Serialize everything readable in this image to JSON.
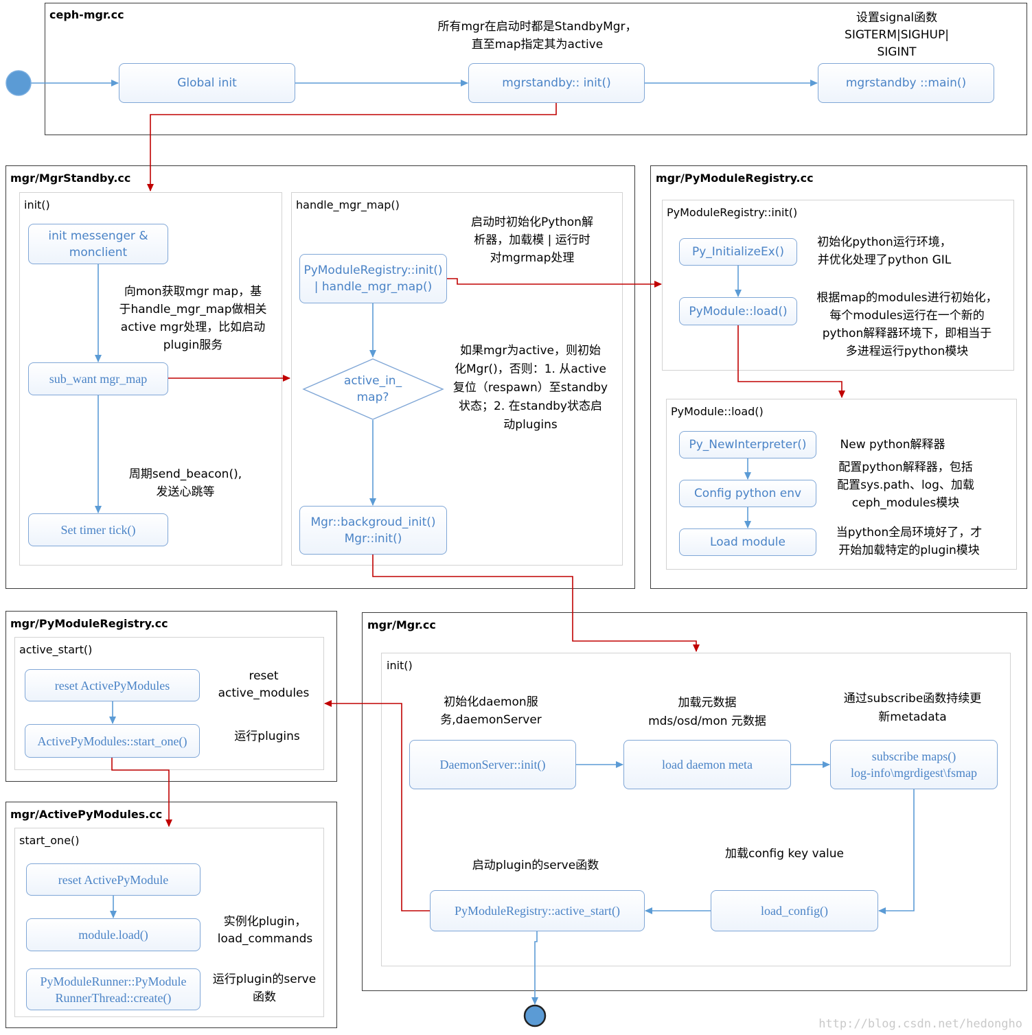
{
  "frames": {
    "ceph_mgr": "ceph-mgr.cc",
    "mgr_standby": "mgr/MgrStandby.cc",
    "py_registry_top": "mgr/PyModuleRegistry.cc",
    "py_registry_left": "mgr/PyModuleRegistry.cc",
    "active_py_modules": "mgr/ActivePyModules.cc",
    "mgr_cc": "mgr/Mgr.cc"
  },
  "inner_titles": {
    "standby_init": "init()",
    "handle_mgr_map": "handle_mgr_map()",
    "registry_init": "PyModuleRegistry::init()",
    "pymodule_load": "PyModule::load()",
    "active_start": "active_start()",
    "start_one": "start_one()",
    "mgr_init": "init()"
  },
  "nodes": {
    "global_init": "Global init",
    "mgrstandby_init": "mgrstandby:: init()",
    "mgrstandby_main": "mgrstandby ::main()",
    "init_messenger": "init messenger &\nmonclient",
    "sub_want_mgr_map": "sub_want mgr_map",
    "set_timer_tick": "Set timer tick()",
    "registry_init_handle": "PyModuleRegistry::init()\n| handle_mgr_map()",
    "active_in_map": "active_in_\nmap?",
    "mgr_background_init": "Mgr::backgroud_init()\nMgr::init()",
    "py_initializeex": "Py_InitializeEx()",
    "pymodule_load_node": "PyModule::load()",
    "py_newinterpreter": "Py_NewInterpreter()",
    "config_python_env": "Config python env",
    "load_module": "Load module",
    "reset_active_pymodules": "reset ActivePyModules",
    "activepymodules_start_one": "ActivePyModules::start_one()",
    "reset_active_pymodule": "reset ActivePyModule",
    "module_load": "module.load()",
    "pymodulerunner_create": "PyModuleRunner::PyModule\nRunnerThread::create()",
    "daemonserver_init": "DaemonServer::init()",
    "load_daemon_meta": "load daemon meta",
    "subscribe_maps": "subscribe maps()\nlog-info\\mgrdigest\\fsmap",
    "load_config": "load_config()",
    "registry_active_start": "PyModuleRegistry::active_start()"
  },
  "notes": {
    "all_standby": "所有mgr在启动时都是StandbyMgr，\n直至map指定其为active",
    "set_signal": "设置signal函数\nSIGTERM|SIGHUP|\nSIGINT",
    "get_mgr_map": "向mon获取mgr map，基\n于handle_mgr_map做相关\nactive mgr处理，比如启动\nplugin服务",
    "send_beacon": "周期send_beacon(),\n发送心跳等",
    "init_python_parser": "启动时初始化Python解\n析器，加载模 | 运行时\n对mgrmap处理",
    "if_active": "如果mgr为active，则初始\n化Mgr()，否则：1. 从active\n复位（respawn）至standby\n状态；2. 在standby状态启\n动plugins",
    "init_python_env": "初始化python运行环境，\n并优化处理了python GIL",
    "init_by_map": "根据map的modules进行初始化，\n每个modules运行在一个新的\npython解释器环境下，即相当于\n多进程运行python模块",
    "new_python": "New python解释器",
    "config_interpreter": "配置python解释器，包括\n配置sys.path、log、加载\nceph_modules模块",
    "when_env_ready": "当python全局环境好了，才\n开始加载特定的plugin模块",
    "reset_modules": "reset\nactive_modules",
    "run_plugins": "运行plugins",
    "instantiate_plugin": "实例化plugin，\nload_commands",
    "run_serve": "运行plugin的serve\n函数",
    "init_daemon": "初始化daemon服\n务,daemonServer",
    "load_metadata": "加载元数据\nmds/osd/mon 元数据",
    "subscribe_update": "通过subscribe函数持续更\n新metadata",
    "load_config_kv": "加载config key value",
    "start_serve": "启动plugin的serve函数"
  },
  "watermark": "http://blog.csdn.net/hedongho",
  "colors": {
    "blue_line": "#5b9bd5",
    "red_line": "#c00000",
    "node_text": "#4a83c6",
    "node_border": "#7fa6d6",
    "start_end_fill": "#5b9bd5"
  }
}
